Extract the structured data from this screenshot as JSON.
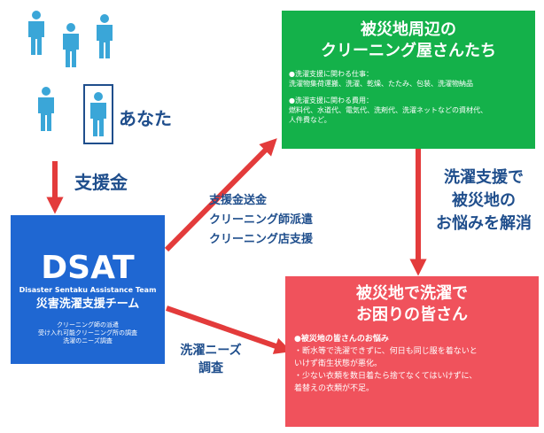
{
  "colors": {
    "person": "#3aa6d8",
    "arrow": "#e33b3b",
    "green_box": "#14b14a",
    "blue_box": "#1f67d2",
    "red_box": "#f0525c",
    "dark_text": "#1f4e8c"
  },
  "people": {
    "you_label": "あなた",
    "icon_name": "person-icon"
  },
  "donation_label": "支援金",
  "dsat": {
    "logo": "DSAT",
    "full_name": "Disaster Sentaku Assistance Team",
    "jp_name": "災害洗濯支援チーム",
    "activities": [
      "クリーニング師の派遣",
      "受け入れ可能クリーニング所の調査",
      "洗濯のニーズ調査"
    ]
  },
  "cleaners": {
    "title_lines": [
      "被災地周辺の",
      "クリーニング屋さんたち"
    ],
    "work_heading": "●洗濯支援に関わる仕事：",
    "work_text": "洗濯物集荷運搬、洗濯、乾燥、たたみ、包装、洗濯物納品",
    "cost_heading": "●洗濯支援に関わる費用：",
    "cost_lines": [
      "燃料代、水道代、電気代、洗剤代、洗濯ネットなどの資材代、",
      "人件費など。"
    ]
  },
  "support_flow_lines": [
    "支援金送金",
    "クリーニング師派遣",
    "クリーニング店支援"
  ],
  "laundry_support_lines": [
    "洗濯支援で",
    "被災地の",
    "お悩みを解消"
  ],
  "needs_survey_lines": [
    "洗濯ニーズ",
    "調査"
  ],
  "victims": {
    "title_lines": [
      "被災地で洗濯で",
      "お困りの皆さん"
    ],
    "heading": "●被災地の皆さんのお悩み",
    "lines": [
      "・断水等で洗濯できずに、何日も同じ服を着ないと",
      "いけず衛生状態が悪化。",
      "・少ない衣類を数日着たら捨てなくてはいけずに、",
      "着替えの衣類が不足。"
    ]
  }
}
